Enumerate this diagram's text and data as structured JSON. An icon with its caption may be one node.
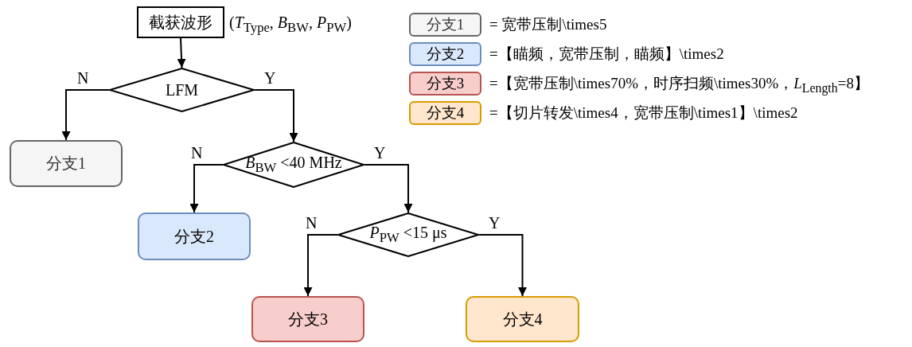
{
  "diagram": {
    "nodes": [
      {
        "text": [
          "截获波形"
        ],
        "beside": [
          "(*T*$_{Type}$, *B*$_{BW}$, *P*$_{PW}$)"
        ]
      },
      {
        "text": [
          "LFM"
        ]
      },
      {
        "text": [
          "分支1"
        ]
      },
      {
        "text": [
          "*B*$_{BW}$ <40 MHz"
        ]
      },
      {
        "text": [
          "分支2"
        ]
      },
      {
        "text": [
          "*P*$_{PW}$ <15 μs"
        ]
      },
      {
        "text": [
          "分支3"
        ]
      },
      {
        "text": [
          "分支4"
        ]
      },
      {
        "text": [
          "分支1"
        ],
        "beside": [
          "= 宽带压制\\times5"
        ]
      },
      {
        "text": [
          "分支2"
        ],
        "beside": [
          "=【瞄频，宽带压制，瞄频】\\times2"
        ]
      },
      {
        "text": [
          "分支3"
        ],
        "beside": [
          "=【宽带压制\\times70%，时序扫频\\times30%，*L*$_{Length}$=8】"
        ]
      },
      {
        "text": [
          "分支4"
        ],
        "beside": [
          "=【切片转发\\times4，宽带压制\\times1】\\times2"
        ]
      }
    ],
    "edges": [
      {
        "from": 0,
        "to": 1,
        "arrow": "to"
      },
      {
        "from": 1,
        "to": 2,
        "arrow": "to",
        "label": "N"
      },
      {
        "from": 1,
        "to": 3,
        "arrow": "to",
        "label": "Y"
      },
      {
        "from": 3,
        "to": 4,
        "arrow": "to",
        "label": "N"
      },
      {
        "from": 3,
        "to": 5,
        "arrow": "to",
        "label": "Y"
      },
      {
        "from": 5,
        "to": 6,
        "arrow": "to",
        "label": "N"
      },
      {
        "from": 5,
        "to": 7,
        "arrow": "to",
        "label": "Y"
      }
    ]
  }
}
